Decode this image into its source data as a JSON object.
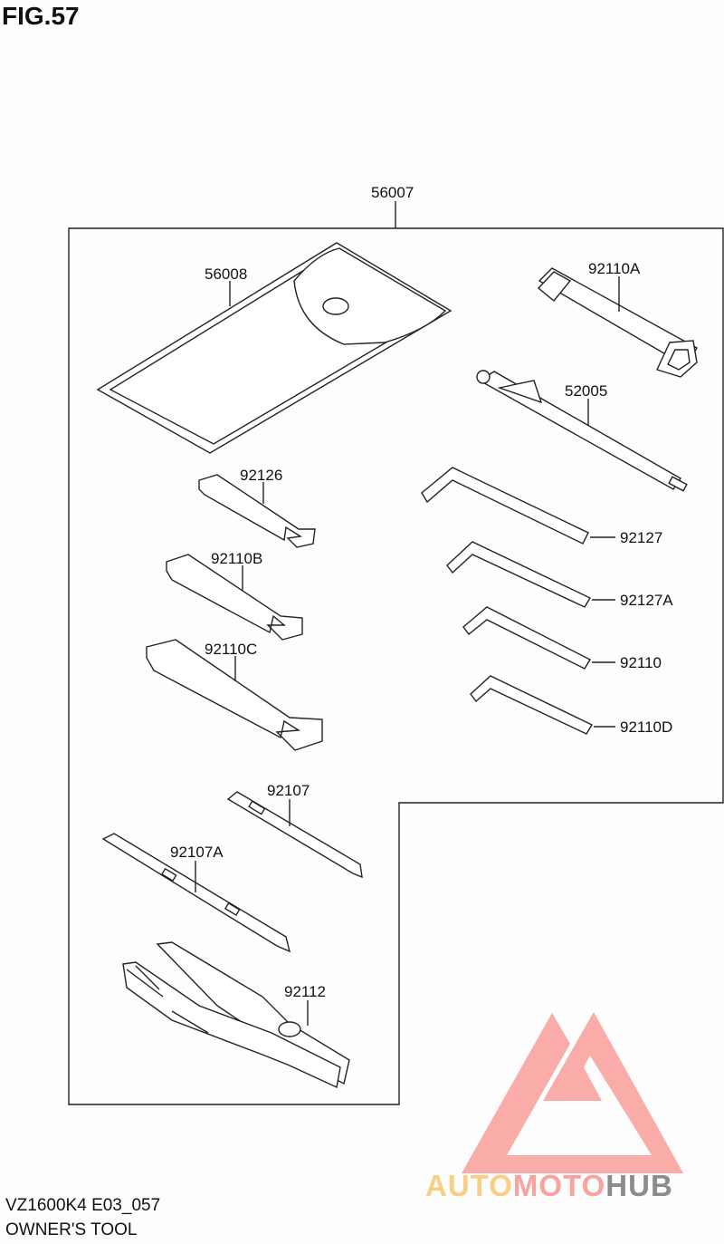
{
  "figure": {
    "title": "FIG.57"
  },
  "parts": {
    "p56007": "56007",
    "p56008": "56008",
    "p92110A": "92110A",
    "p52005": "52005",
    "p92126": "92126",
    "p92127": "92127",
    "p92110B": "92110B",
    "p92127A": "92127A",
    "p92110": "92110",
    "p92110C": "92110C",
    "p92110D": "92110D",
    "p92107": "92107",
    "p92107A": "92107A",
    "p92112": "92112"
  },
  "footer": {
    "model_code": "VZ1600K4 E03_057",
    "section_name": "OWNER'S TOOL"
  },
  "watermark": {
    "part1": "AUTO",
    "part2": "MOTO",
    "part3": "HUB",
    "colors": {
      "auto": "#f9cf86",
      "moto": "#f9a39e",
      "hub": "#8c8c8c"
    }
  }
}
